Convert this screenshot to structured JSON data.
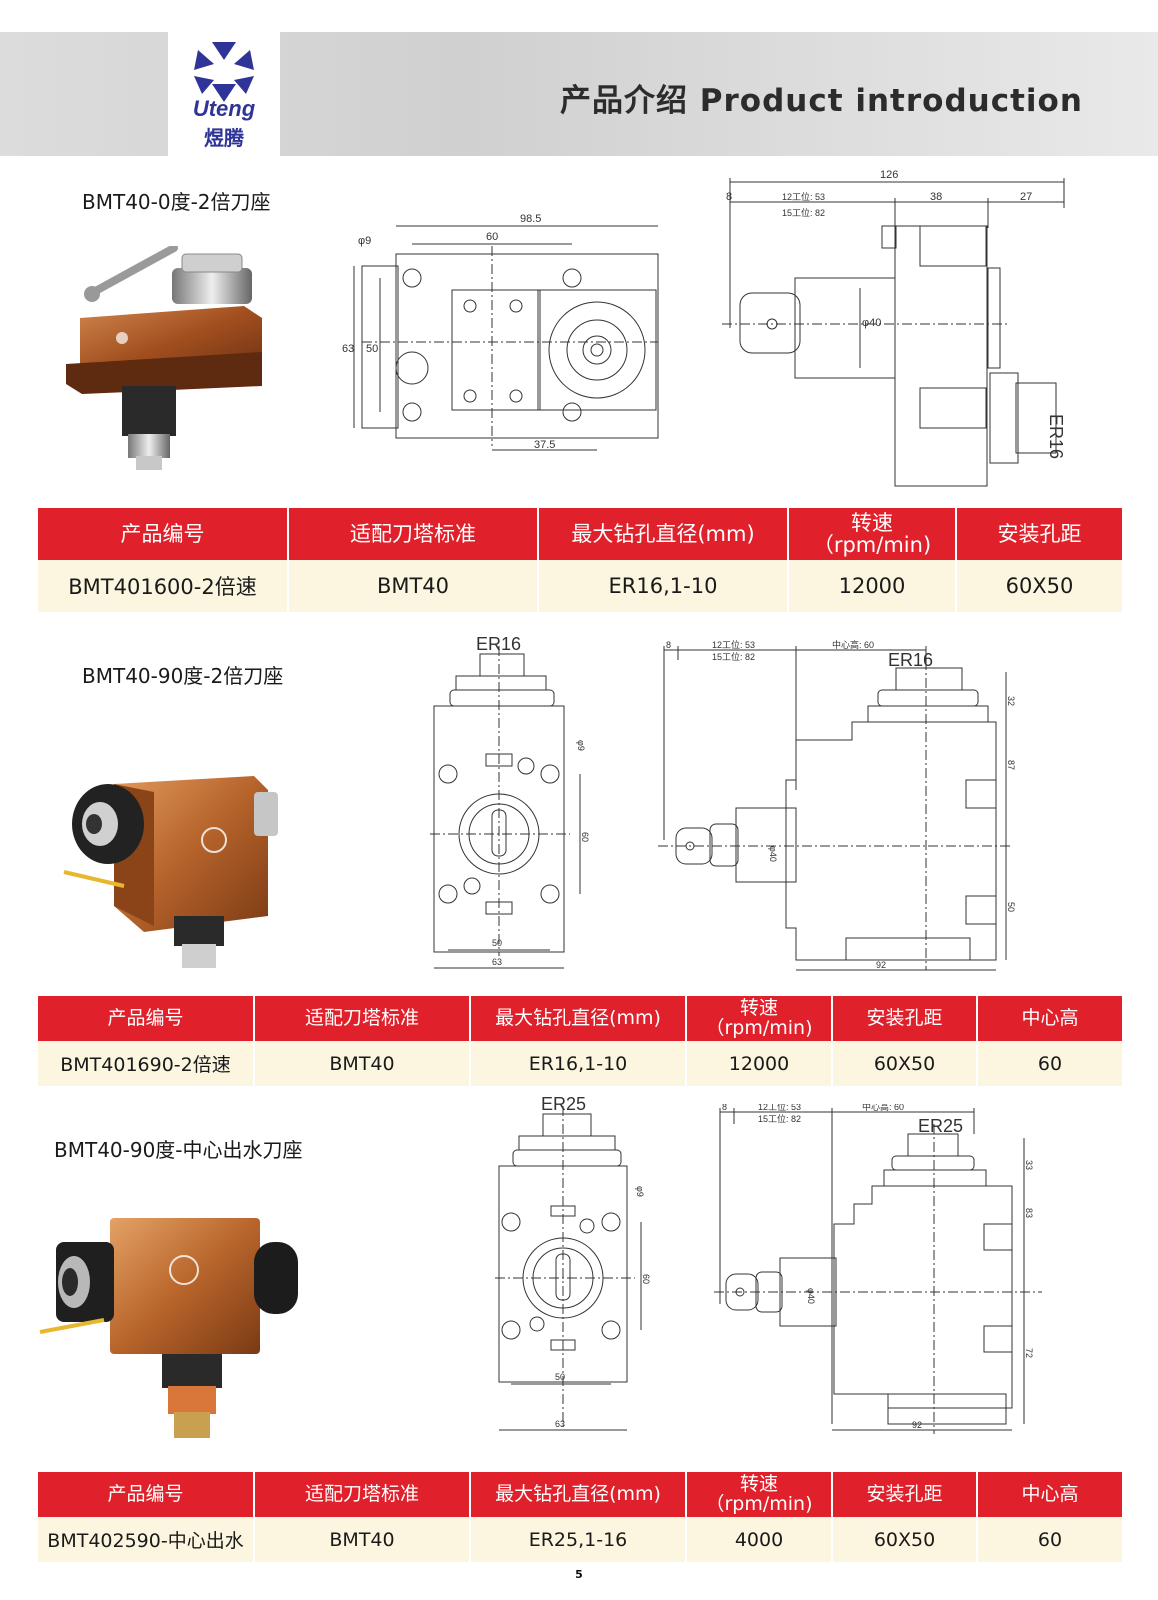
{
  "header": {
    "logo_en": "Uteng",
    "logo_cn": "煜腾",
    "title": "产品介绍 Product introduction"
  },
  "products": [
    {
      "title": "BMT40-0度-2倍刀座",
      "headers": [
        "产品编号",
        "适配刀塔标准",
        "最大钻孔直径(mm)",
        "转速\n（rpm/min)",
        "安装孔距"
      ],
      "row": [
        "BMT401600-2倍速",
        "BMT40",
        "ER16,1-10",
        "12000",
        "60X50"
      ],
      "front_dims": {
        "width_total": "98.5",
        "hole_span": "60",
        "hole_dia": "φ9",
        "height_total": "63",
        "height_holes": "50",
        "offset": "37.5"
      },
      "side_dims": {
        "total": "126",
        "a": "8",
        "b1": "12工位: 53",
        "b2": "15工位: 82",
        "c": "38",
        "d": "27",
        "dia": "φ40",
        "collet": "ER16"
      }
    },
    {
      "title": "BMT40-90度-2倍刀座",
      "headers": [
        "产品编号",
        "适配刀塔标准",
        "最大钻孔直径(mm)",
        "转速\n（rpm/min)",
        "安装孔距",
        "中心高"
      ],
      "row": [
        "BMT401690-2倍速",
        "BMT40",
        "ER16,1-10",
        "12000",
        "60X50",
        "60"
      ],
      "front_dims": {
        "collet": "ER16",
        "hole_dia": "φ9",
        "hole_span_v": "60",
        "hole_span_h": "50",
        "width": "63"
      },
      "side_dims": {
        "a": "8",
        "b1": "12工位: 53",
        "b2": "15工位: 82",
        "center": "中心高: 60",
        "collet": "ER16",
        "h1": "32",
        "h2": "87",
        "h3": "50",
        "dia": "φ40",
        "base": "92"
      }
    },
    {
      "title": "BMT40-90度-中心出水刀座",
      "headers": [
        "产品编号",
        "适配刀塔标准",
        "最大钻孔直径(mm)",
        "转速\n（rpm/min)",
        "安装孔距",
        "中心高"
      ],
      "row": [
        "BMT402590-中心出水",
        "BMT40",
        "ER25,1-16",
        "4000",
        "60X50",
        "60"
      ],
      "front_dims": {
        "collet": "ER25",
        "hole_dia": "φ9",
        "hole_span_v": "60",
        "hole_span_h": "50",
        "width": "63"
      },
      "side_dims": {
        "a": "8",
        "b1": "12工位: 53",
        "b2": "15工位: 82",
        "center": "中心高: 60",
        "collet": "ER25",
        "h1": "33",
        "h2": "83",
        "h3": "72",
        "dia": "φ40",
        "base": "92"
      }
    }
  ],
  "page_number": "5",
  "colors": {
    "table_header": "#e0202b",
    "table_row": "#fcf5df",
    "logo_blue": "#2f3598",
    "body_copper": "#b4622a"
  }
}
